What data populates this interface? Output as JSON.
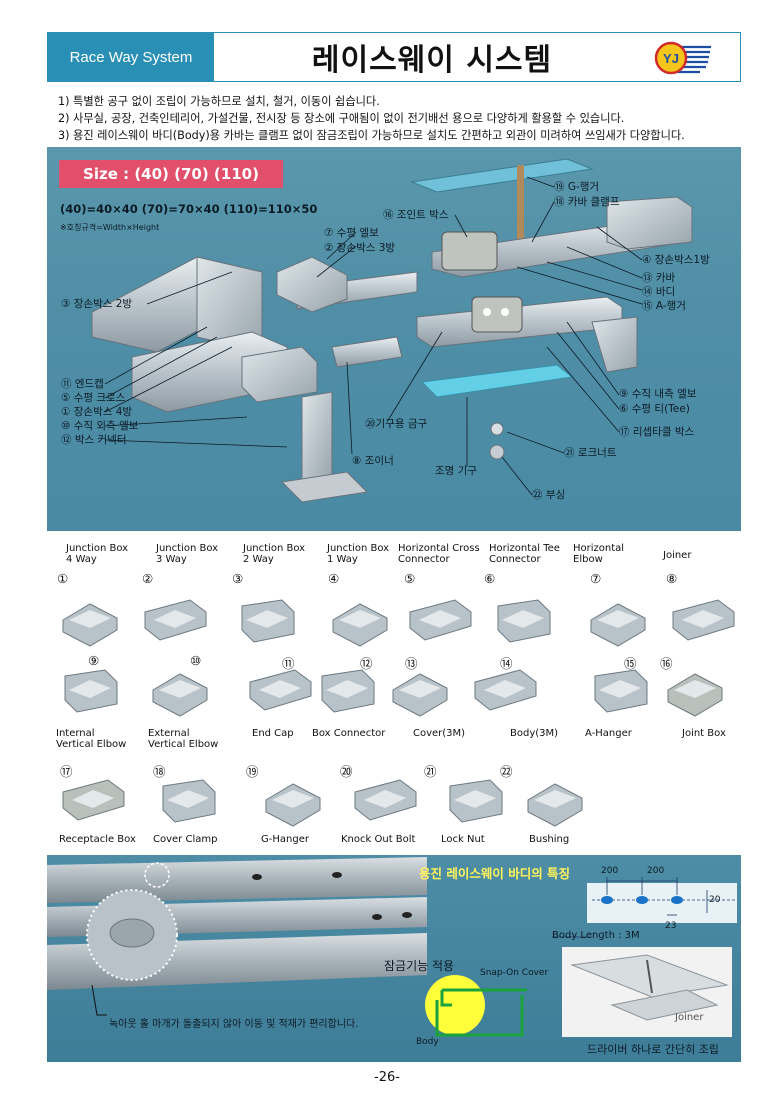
{
  "header": {
    "badge": "Race Way System",
    "title": "레이스웨이 시스템",
    "logo_text": "YJ"
  },
  "intro": [
    "1) 특별한 공구 없이 조립이 가능하므로 설치, 철거, 이동이 쉽습니다.",
    "2) 사무실, 공장, 건축인테리어, 가설건물, 전시장 등 장소에 구애됨이 없이 전기배선 용으로 다양하게 활용할 수 있습니다.",
    "3) 용진 레이스웨이 바디(Body)용 카바는 클램프 없이 잠금조립이 가능하므로 설치도 간편하고 외관이 미려하여 쓰임새가 다양합니다."
  ],
  "diagram": {
    "size_label": "Size : (40) (70) (110)",
    "size_formula": "(40)=40×40 (70)=70×40 (110)=110×50",
    "size_note": "※호칭규격=Width×Height",
    "labels": [
      "⑲ G-행거",
      "⑱ 카바 클램프",
      "⑯ 조인트 박스",
      "⑦ 수평 엘보",
      "② 장손박스 3방",
      "④ 장손박스1방",
      "⑬ 카바",
      "⑭ 바디",
      "⑮ A-행거",
      "③ 장손박스 2방",
      "⑪ 엔드캡",
      "⑤ 수평 크로스",
      "① 장손박스 4방",
      "⑩ 수직 외측 엘보",
      "⑫ 박스 커넥터",
      "⑳기구용 금구",
      "⑧ 조이너",
      "⑨ 수직 내측 엘보",
      "⑥ 수평 티(Tee)",
      "⑰ 리셉타클 박스",
      "㉑ 로크너트",
      "조명 기구",
      "㉒ 부싱"
    ]
  },
  "parts": [
    {
      "name": "Junction Box\n4 Way",
      "num": "①"
    },
    {
      "name": "Junction Box\n3 Way",
      "num": "②"
    },
    {
      "name": "Junction Box\n2 Way",
      "num": "③"
    },
    {
      "name": "Junction Box\n1 Way",
      "num": "④"
    },
    {
      "name": "Horizontal Cross\nConnector",
      "num": "⑤"
    },
    {
      "name": "Horizontal Tee\nConnector",
      "num": "⑥"
    },
    {
      "name": "Horizontal\nElbow",
      "num": "⑦"
    },
    {
      "name": "Joiner",
      "num": "⑧"
    },
    {
      "name": "Internal\nVertical Elbow",
      "num": "⑨"
    },
    {
      "name": "External\nVertical Elbow",
      "num": "⑩"
    },
    {
      "name": "End Cap",
      "num": "⑪"
    },
    {
      "name": "Box Connector",
      "num": "⑫"
    },
    {
      "name": "Cover(3M)",
      "num": "⑬"
    },
    {
      "name": "Body(3M)",
      "num": "⑭"
    },
    {
      "name": "A-Hanger",
      "num": "⑮"
    },
    {
      "name": "Joint Box",
      "num": "⑯"
    },
    {
      "name": "Receptacle Box",
      "num": "⑰"
    },
    {
      "name": "Cover Clamp",
      "num": "⑱"
    },
    {
      "name": "G-Hanger",
      "num": "⑲"
    },
    {
      "name": "Knock Out Bolt",
      "num": "⑳"
    },
    {
      "name": "Lock Nut",
      "num": "㉑"
    },
    {
      "name": "Bushing",
      "num": "㉒"
    }
  ],
  "features": {
    "title": "용진 레이스웨이 바디의 특징",
    "dim_200a": "200",
    "dim_200b": "200",
    "dim_20": "20",
    "dim_23": "23",
    "body_length": "Body Length : 3M",
    "knockout_note": "녹아웃 홀 마개가 돌출되지 않아 이동 및 적재가 편리합니다.",
    "snap_title": "잠금기능 적용",
    "snap_cover": "Snap-On Cover",
    "body": "Body",
    "joiner": "Joiner",
    "driver_note": "드라이버 하나로 간단히 조립"
  },
  "page_number": "-26-",
  "colors": {
    "header_blue": "#2a8fb5",
    "size_pink": "#e14f6b",
    "panel_teal": "#4f8ea6",
    "feature_yellow": "#fff45a"
  }
}
